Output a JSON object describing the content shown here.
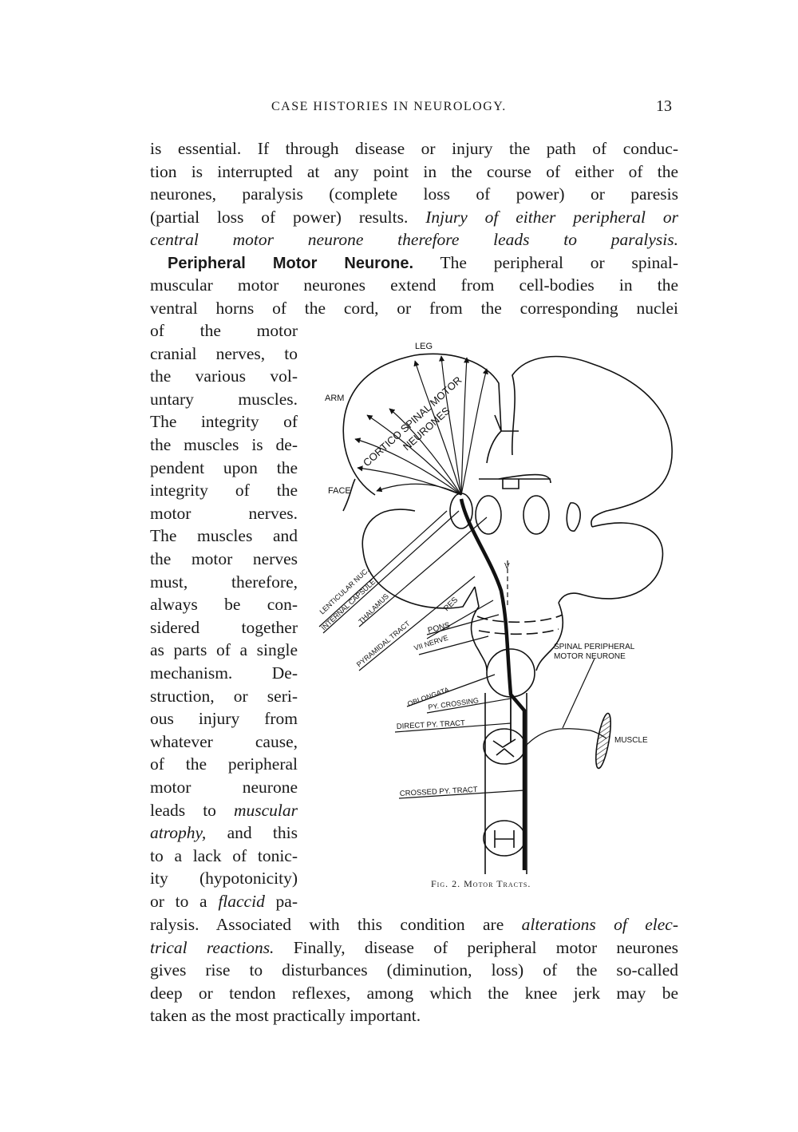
{
  "header": {
    "running_title": "CASE HISTORIES IN NEUROLOGY.",
    "page_number": "13"
  },
  "lines_top": [
    [
      {
        "t": "is essential.  If through disease or injury the path of conduc-"
      }
    ],
    [
      {
        "t": "tion is interrupted at any point in the course of either of the"
      }
    ],
    [
      {
        "t": "neurones, paralysis (complete loss of power) or paresis"
      }
    ],
    [
      {
        "t": "(partial loss of power) results.  "
      },
      {
        "t": "Injury of either peripheral or",
        "i": true
      }
    ],
    [
      {
        "t": "central motor neurone therefore leads to paralysis.",
        "i": true
      }
    ],
    [
      {
        "t": "Peripheral Motor Neurone.",
        "b": true,
        "ind": true
      },
      {
        "t": "  The peripheral or spinal-"
      }
    ],
    [
      {
        "t": "muscular motor neurones extend from cell-bodies in the"
      }
    ],
    [
      {
        "t": "ventral horns of the cord, or from the corresponding nuclei"
      }
    ]
  ],
  "lines_narrow": [
    [
      {
        "t": "of the motor"
      }
    ],
    [
      {
        "t": "cranial nerves, to"
      }
    ],
    [
      {
        "t": "the various vol-"
      }
    ],
    [
      {
        "t": "untary muscles."
      }
    ],
    [
      {
        "t": "The integrity of"
      }
    ],
    [
      {
        "t": "the muscles is de-"
      }
    ],
    [
      {
        "t": "pendent upon the"
      }
    ],
    [
      {
        "t": "integrity of the"
      }
    ],
    [
      {
        "t": "motor nerves."
      }
    ],
    [
      {
        "t": "The muscles and"
      }
    ],
    [
      {
        "t": "the motor nerves"
      }
    ],
    [
      {
        "t": "must, therefore,"
      }
    ],
    [
      {
        "t": "always be con-"
      }
    ],
    [
      {
        "t": "sidered together"
      }
    ],
    [
      {
        "t": "as parts of a single"
      }
    ],
    [
      {
        "t": "mechanism. De-"
      }
    ],
    [
      {
        "t": "struction, or seri-"
      }
    ],
    [
      {
        "t": "ous injury from"
      }
    ],
    [
      {
        "t": "whatever cause,"
      }
    ],
    [
      {
        "t": "of the peripheral"
      }
    ],
    [
      {
        "t": "motor neurone"
      }
    ],
    [
      {
        "t": "leads to "
      },
      {
        "t": "muscular",
        "i": true
      }
    ],
    [
      {
        "t": "atrophy,",
        "i": true
      },
      {
        "t": " and this"
      }
    ],
    [
      {
        "t": "to a lack of tonic-"
      }
    ],
    [
      {
        "t": "ity (hypotonicity)"
      }
    ],
    [
      {
        "t": "or to a "
      },
      {
        "t": "flaccid",
        "i": true
      },
      {
        "t": " pa-"
      }
    ]
  ],
  "lines_bottom": [
    [
      {
        "t": "ralysis.  Associated with this condition are "
      },
      {
        "t": "alterations of elec-",
        "i": true
      }
    ],
    [
      {
        "t": "trical reactions.",
        "i": true
      },
      {
        "t": "  Finally, disease of peripheral motor neurones"
      }
    ],
    [
      {
        "t": "gives rise to disturbances (diminution, loss) of the so-called"
      }
    ],
    [
      {
        "t": "deep or tendon reflexes, among which the knee jerk may be"
      }
    ],
    [
      {
        "t": "taken as the most practically important.",
        "last": true
      }
    ]
  ],
  "figure": {
    "labels": {
      "leg": "LEG",
      "arm": "ARM",
      "face": "FACE",
      "cortico_1": "CORTICO SPINAL MOTOR",
      "cortico_2": "NEURONES",
      "lenticular": "LENTICULAR NUC.",
      "internal_capsule": "INTERNAL CAPSULE",
      "thalamus": "THALAMUS",
      "pyramidal_tract": "PYRAMIDAL TRACT",
      "pes": "PES",
      "pons": "PONS",
      "vii_nerve": "VII NERVE",
      "v": "V",
      "spinal_1": "SPINAL PERIPHERAL",
      "spinal_2": "MOTOR  NEURONE",
      "oblongata": "OBLONGATA",
      "py_crossing": "PY. CROSSING",
      "direct_py": "DIRECT PY. TRACT",
      "crossed_py": "CROSSED PY. TRACT",
      "muscle": "MUSCLE"
    },
    "caption": "Fig. 2.   Motor Tracts."
  }
}
